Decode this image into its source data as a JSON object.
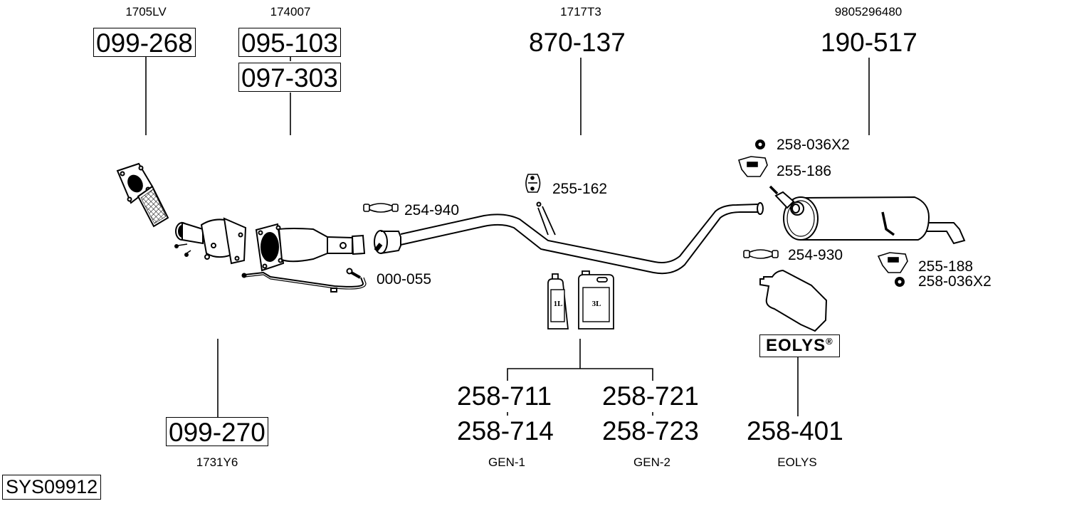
{
  "diagram_id": "SYS09912",
  "groups": [
    {
      "key": "front_pipe",
      "oem_ref": "1705LV",
      "parts": [
        "099-268"
      ],
      "boxed": true
    },
    {
      "key": "catalyst",
      "oem_ref": "174007",
      "parts": [
        "095-103",
        "097-303"
      ],
      "boxed": true
    },
    {
      "key": "centre_pipe",
      "oem_ref": "1717T3",
      "parts": [
        "870-137"
      ],
      "boxed": false
    },
    {
      "key": "rear_silencer",
      "oem_ref": "9805296480",
      "parts": [
        "190-517"
      ],
      "boxed": false
    },
    {
      "key": "dpf",
      "oem_ref": "1731Y6",
      "parts": [
        "099-270"
      ],
      "boxed": true
    },
    {
      "key": "additive_gen1",
      "oem_ref": "GEN-1",
      "parts": [
        "258-711",
        "258-714"
      ],
      "boxed": false
    },
    {
      "key": "additive_gen2",
      "oem_ref": "GEN-2",
      "parts": [
        "258-721",
        "258-723"
      ],
      "boxed": false
    },
    {
      "key": "eolys_tank",
      "oem_ref": "EOLYS",
      "parts": [
        "258-401"
      ],
      "boxed": false
    }
  ],
  "accessories": {
    "clamp_front": "254-940",
    "rubber_mount_centre": "255-162",
    "sensor_pipe": "000-055",
    "nut_top": "258-036X2",
    "bracket_top": "255-186",
    "clamp_rear": "254-930",
    "bracket_rear": "255-188",
    "nut_rear": "258-036X2"
  },
  "containers": {
    "bottle_small": "1L",
    "bottle_large": "3L"
  },
  "eolys_label": {
    "text": "EOLYS",
    "mark": "®"
  },
  "colors": {
    "ink": "#000000",
    "background": "#ffffff"
  }
}
